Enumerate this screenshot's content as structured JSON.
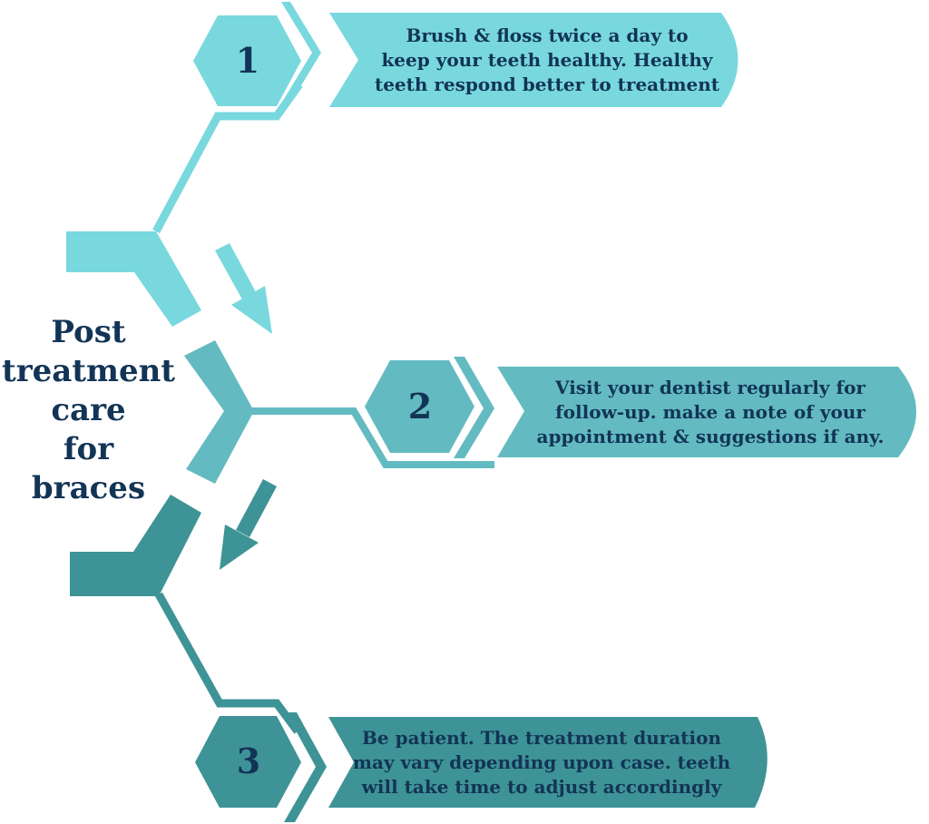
{
  "title": {
    "lines": [
      "Post",
      "treatment",
      "care",
      "for",
      "braces"
    ]
  },
  "steps": [
    {
      "number": "1",
      "lines": [
        "Brush & floss twice a day to",
        "keep your teeth healthy. Healthy",
        "teeth respond better to treatment"
      ]
    },
    {
      "number": "2",
      "lines": [
        "Visit your dentist regularly for",
        "follow-up. make a note of your",
        "appointment & suggestions if any."
      ]
    },
    {
      "number": "3",
      "lines": [
        "Be patient. The treatment duration",
        "may vary depending upon case. teeth",
        "will take time to adjust accordingly"
      ]
    }
  ],
  "colors": {
    "step1": "#78D8DE",
    "step2": "#63BBC1",
    "step3": "#3E9396",
    "text": "#123456"
  },
  "icons": [
    "down-right-arrow-icon",
    "down-left-arrow-icon"
  ]
}
